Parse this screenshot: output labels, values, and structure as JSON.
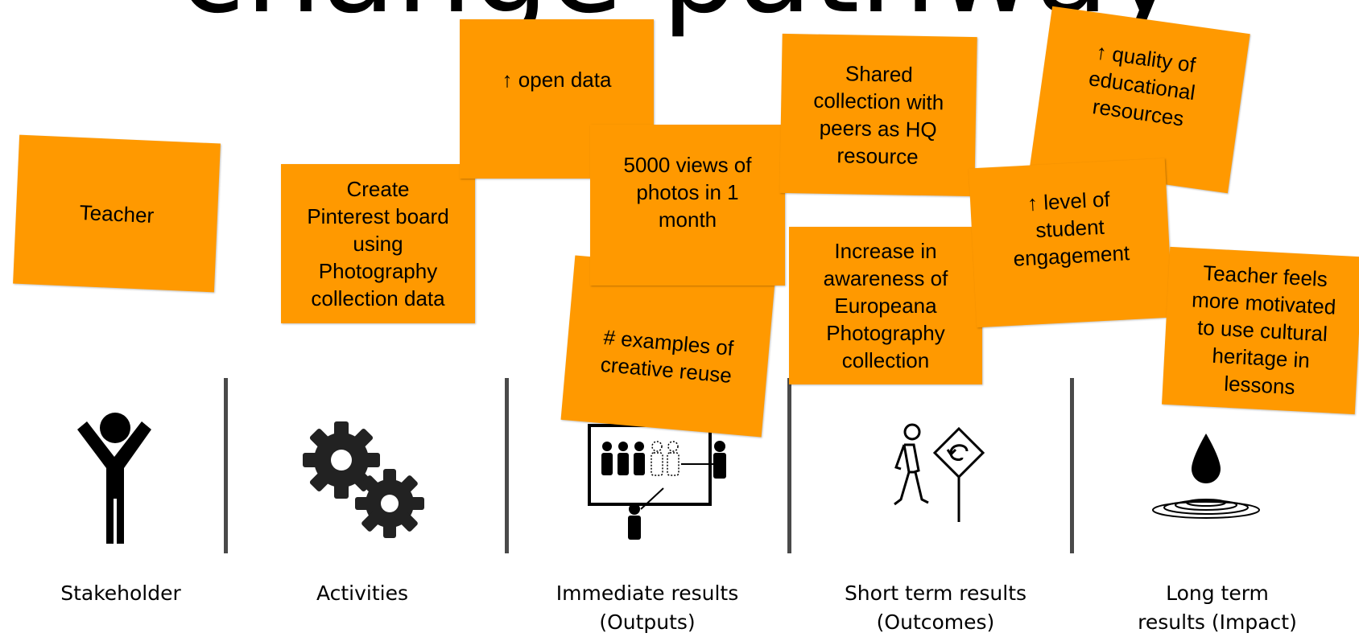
{
  "title": "change pathway",
  "notes": {
    "teacher": "Teacher",
    "pinterest": "Create\nPinterest board\nusing\nPhotography\ncollection data",
    "open_data": "↑ open data",
    "views": "5000 views of\nphotos in 1\nmonth",
    "examples": "# examples of\ncreative reuse",
    "shared": "Shared\ncollection with\npeers as HQ\nresource",
    "awareness": "Increase in\nawareness of\nEuropeana\nPhotography\ncollection",
    "quality": "↑ quality of\neducational\nresources",
    "engagement": "↑ level of\nstudent\nengagement",
    "motivated": "Teacher feels\nmore motivated\nto use cultural\nheritage in\nlessons"
  },
  "columns": {
    "stakeholder": "Stakeholder",
    "activities": "Activities",
    "immediate": "Immediate results\n(Outputs)",
    "short_term": "Short term results\n(Outcomes)",
    "long_term": "Long term\nresults (Impact)"
  },
  "icons": {
    "stakeholder": "person-arms-raised-icon",
    "activities": "gears-icon",
    "immediate": "presentation-audience-icon",
    "short_term": "person-detour-sign-icon",
    "long_term": "water-drop-ripple-icon"
  },
  "colors": {
    "note": "#ff9900",
    "divider": "#4a4a4a"
  }
}
